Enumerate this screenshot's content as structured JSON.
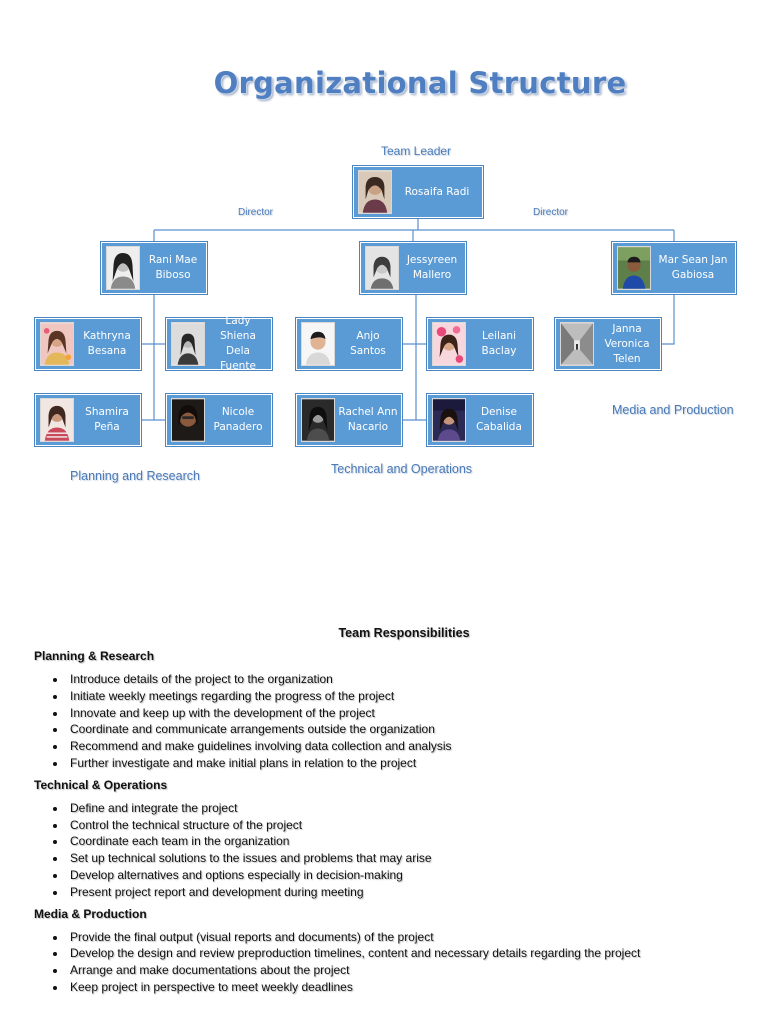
{
  "title": "Organizational Structure",
  "chart": {
    "labels": {
      "team_leader": "Team Leader",
      "director_left": "Director",
      "director_right": "Director",
      "planning": "Planning and Research",
      "technical": "Technical and Operations",
      "media": "Media and Production"
    },
    "nodes": {
      "leader": "Rosaifa Radi",
      "dir_planning": "Rani Mae Biboso",
      "dir_technical": "Jessyreen Mallero",
      "dir_media": "Mar Sean Jan Gabiosa",
      "kathryna": "Kathryna Besana",
      "lady": "Lady Shiena Dela Fuente",
      "shamira": "Shamira Peña",
      "nicole": "Nicole Panadero",
      "anjo": "Anjo Santos",
      "leilani": "Leilani Baclay",
      "rachel": "Rachel Ann Nacario",
      "denise": "Denise Cabalida",
      "janna": "Janna Veronica Telen"
    },
    "colors": {
      "box": "#5b9bd5",
      "line": "#5b8fcf",
      "label": "#4a7ab8"
    }
  },
  "responsibilities": {
    "title": "Team Responsibilities",
    "sections": [
      {
        "heading": "Planning & Research",
        "items": [
          "Introduce details of the project to the organization",
          "Initiate weekly meetings regarding the progress of the project",
          "Innovate and keep up with the development of the project",
          "Coordinate and communicate arrangements outside the organization",
          "Recommend and make guidelines involving data collection and analysis",
          "Further investigate and make initial plans in relation to the project"
        ]
      },
      {
        "heading": "Technical & Operations",
        "items": [
          "Define and integrate the project",
          "Control the technical structure of the project",
          "Coordinate each team in the organization",
          "Set up technical solutions to the issues and problems that may arise",
          "Develop alternatives and options especially in decision-making",
          "Present project report and development during meeting"
        ]
      },
      {
        "heading": "Media & Production",
        "items": [
          "Provide the final output (visual reports and documents) of the project",
          "Develop the design and review preproduction timelines, content and necessary details regarding the project",
          "Arrange and make documentations about the project",
          "Keep project in perspective to meet weekly deadlines"
        ]
      }
    ]
  }
}
